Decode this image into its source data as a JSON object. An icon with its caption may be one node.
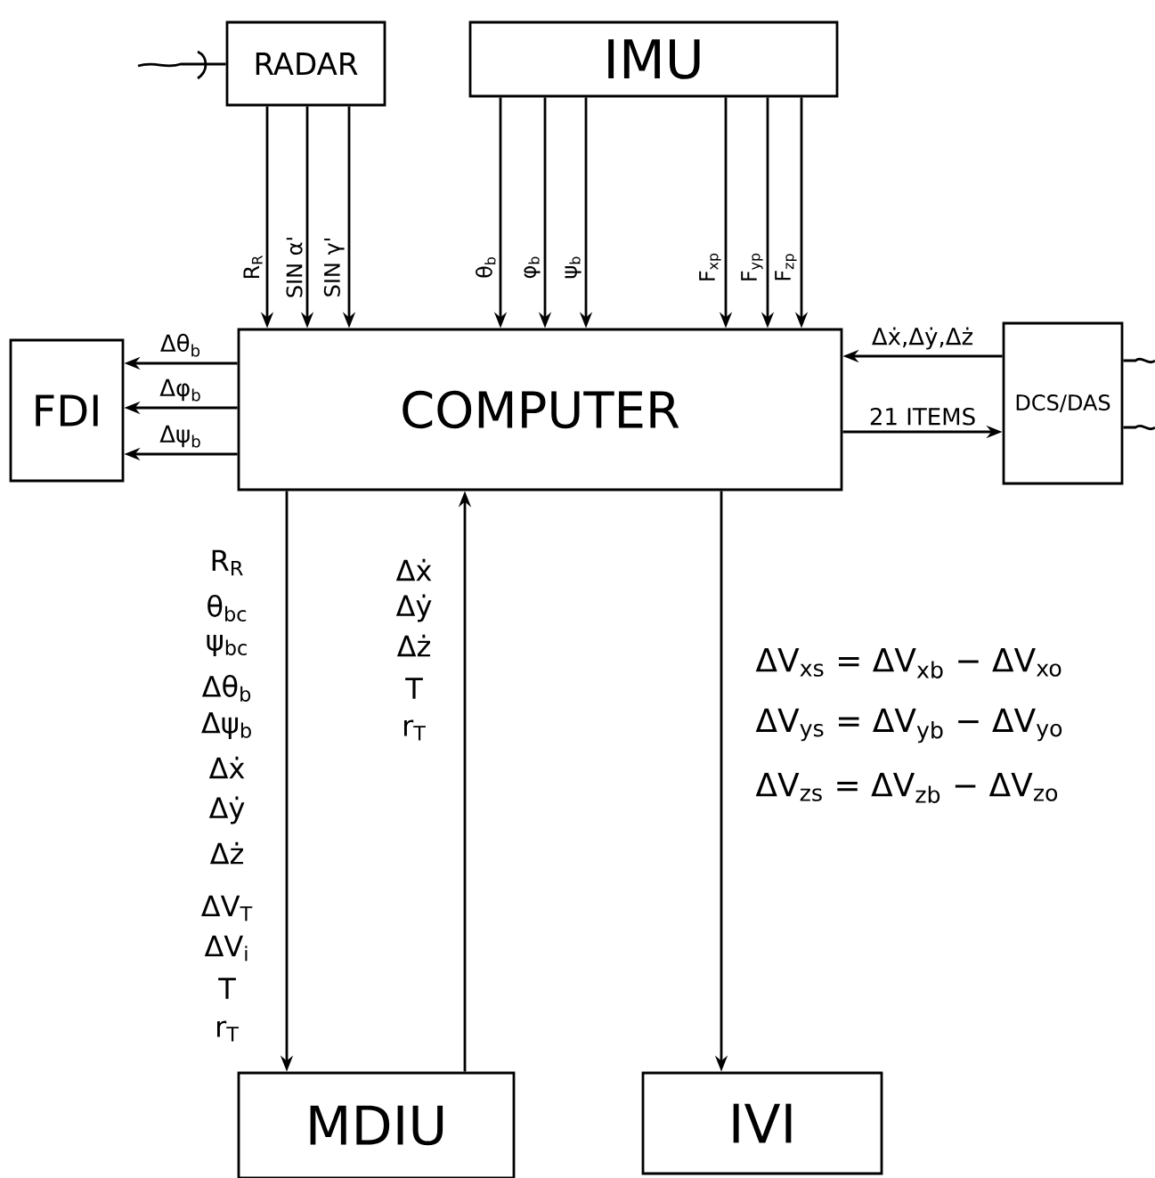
{
  "diagram": {
    "nodes": [
      {
        "text": [
          "RADAR"
        ]
      },
      {
        "text": [
          "IMU"
        ]
      },
      {
        "text": [
          "COMPUTER"
        ]
      },
      {
        "text": [
          "FDI"
        ]
      },
      {
        "text": [
          "DCS/DAS"
        ]
      },
      {
        "text": [
          "MDIU"
        ]
      },
      {
        "text": [
          "IVI"
        ]
      }
    ],
    "edges": [
      {
        "from": 0,
        "to": 2,
        "arrow": "to",
        "label": "R$_{R}$"
      },
      {
        "from": 0,
        "to": 2,
        "arrow": "to",
        "label": "SIN α'"
      },
      {
        "from": 0,
        "to": 2,
        "arrow": "to",
        "label": "SIN γ'"
      },
      {
        "from": 1,
        "to": 2,
        "arrow": "to",
        "label": "θ$_{b}$"
      },
      {
        "from": 1,
        "to": 2,
        "arrow": "to",
        "label": "φ$_{b}$"
      },
      {
        "from": 1,
        "to": 2,
        "arrow": "to",
        "label": "ψ$_{b}$"
      },
      {
        "from": 1,
        "to": 2,
        "arrow": "to",
        "label": "F$_{xp}$"
      },
      {
        "from": 1,
        "to": 2,
        "arrow": "to",
        "label": "F$_{yp}$"
      },
      {
        "from": 1,
        "to": 2,
        "arrow": "to",
        "label": "F$_{zp}$"
      },
      {
        "from": 2,
        "to": 3,
        "arrow": "to",
        "label": "Δθ$_{b}$"
      },
      {
        "from": 2,
        "to": 3,
        "arrow": "to",
        "label": "Δφ$_{b}$"
      },
      {
        "from": 2,
        "to": 3,
        "arrow": "to",
        "label": "Δψ$_{b}$"
      },
      {
        "from": 4,
        "to": 2,
        "arrow": "to",
        "label": "Δẋ,Δẏ,Δż"
      },
      {
        "from": 2,
        "to": 4,
        "arrow": "to",
        "label": "21 ITEMS"
      },
      {
        "from": 2,
        "to": 5,
        "arrow": "to"
      },
      {
        "from": 5,
        "to": 2,
        "arrow": "to"
      },
      {
        "from": 2,
        "to": 6,
        "arrow": "to"
      },
      {
        "from": null,
        "to": 0,
        "arrow": "none"
      },
      {
        "from": 4,
        "to": null,
        "arrow": "none"
      },
      {
        "from": 4,
        "to": null,
        "arrow": "none"
      }
    ],
    "labels": [
      "R$_{R}$",
      "θ$_{bc}$",
      "ψ$_{bc}$",
      "Δθ$_{b}$",
      "Δψ$_{b}$",
      "Δẋ",
      "Δẏ",
      "Δż",
      "ΔV$_{T}$",
      "ΔV$_{i}$",
      "T",
      "r$_{T}$",
      "Δẋ",
      "Δẏ",
      "Δż",
      "T",
      "r$_{T}$",
      "ΔV$_{xs}$ = ΔV$_{xb}$ − ΔV$_{xo}$",
      "ΔV$_{ys}$ = ΔV$_{yb}$ − ΔV$_{yo}$",
      "ΔV$_{zs}$ = ΔV$_{zb}$ − ΔV$_{zo}$"
    ]
  }
}
